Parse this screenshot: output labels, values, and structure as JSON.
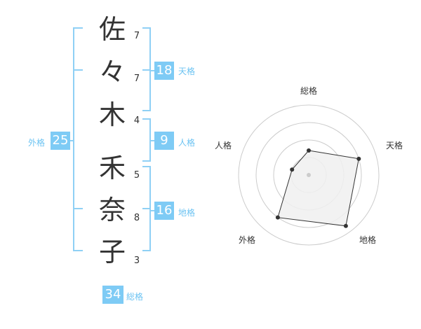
{
  "name": {
    "characters": [
      {
        "char": "佐",
        "strokes": "7"
      },
      {
        "char": "々",
        "strokes": "7"
      },
      {
        "char": "木",
        "strokes": "4"
      },
      {
        "char": "禾",
        "strokes": "5"
      },
      {
        "char": "奈",
        "strokes": "8"
      },
      {
        "char": "子",
        "strokes": "3"
      }
    ]
  },
  "fortunes": {
    "tenkaku": {
      "value": "18",
      "label": "天格"
    },
    "jinkaku": {
      "value": "9",
      "label": "人格"
    },
    "chikaku": {
      "value": "16",
      "label": "地格"
    },
    "gaikaku": {
      "value": "25",
      "label": "外格"
    },
    "soukaku": {
      "value": "34",
      "label": "総格"
    }
  },
  "radar": {
    "axes": [
      "総格",
      "天格",
      "地格",
      "外格",
      "人格"
    ],
    "values": [
      0.35,
      0.75,
      0.9,
      0.75,
      0.25
    ],
    "max": 1,
    "rings": 4,
    "colors": {
      "fill": "#f0f0f0",
      "line": "#333333",
      "ring": "#cccccc",
      "center": "#cccccc"
    }
  },
  "colors": {
    "accent": "#7ecbf5",
    "accent_text": "#6cc3f2",
    "bracket": "#8fd0f5"
  }
}
